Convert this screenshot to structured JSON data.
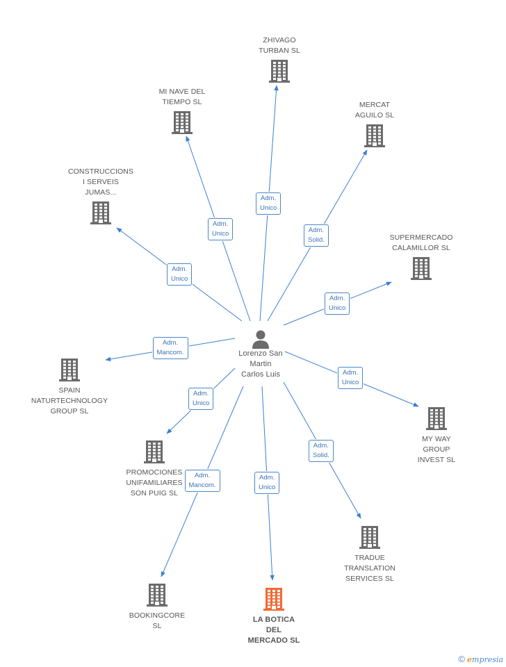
{
  "person": {
    "name": "Lorenzo San\nMartin\nCarlos Luis",
    "icon": "person-icon"
  },
  "colors": {
    "edge": "#3b7fd4",
    "building": "#6b6b6b",
    "focus_building": "#f06a35"
  },
  "companies": [
    {
      "id": "zhivago",
      "label": "ZHIVAGO\nTURBAN SL",
      "focus": false
    },
    {
      "id": "mi-nave",
      "label": "MI NAVE DEL\nTIEMPO SL",
      "focus": false
    },
    {
      "id": "mercat",
      "label": "MERCAT\nAGUILO  SL",
      "focus": false
    },
    {
      "id": "construccions",
      "label": "CONSTRUCCIONS\nI SERVEIS\nJUMAS...",
      "focus": false
    },
    {
      "id": "supermercado",
      "label": "SUPERMERCADO\nCALAMILLOR  SL",
      "focus": false
    },
    {
      "id": "spain",
      "label": "SPAIN\nNATURTECHNOLOGY\nGROUP SL",
      "focus": false
    },
    {
      "id": "myway",
      "label": "MY WAY\nGROUP\nINVEST SL",
      "focus": false
    },
    {
      "id": "promociones",
      "label": "PROMOCIONES\nUNIFAMILIARES\nSON PUIG SL",
      "focus": false
    },
    {
      "id": "tradue",
      "label": "TRADUE\nTRANSLATION\nSERVICES SL",
      "focus": false
    },
    {
      "id": "bookingcore",
      "label": "BOOKINGCORE\nSL",
      "focus": false
    },
    {
      "id": "labotica",
      "label": "LA BOTICA\nDEL\nMERCADO SL",
      "focus": true
    }
  ],
  "relations": [
    {
      "target": "zhivago",
      "label": "Adm.\nUnico"
    },
    {
      "target": "mi-nave",
      "label": "Adm.\nUnico"
    },
    {
      "target": "mercat",
      "label": "Adm.\nSolid."
    },
    {
      "target": "construccions",
      "label": "Adm.\nUnico"
    },
    {
      "target": "supermercado",
      "label": "Adm.\nUnico"
    },
    {
      "target": "spain",
      "label": "Adm.\nMancom."
    },
    {
      "target": "myway",
      "label": "Adm.\nUnico"
    },
    {
      "target": "promociones",
      "label": "Adm.\nUnico"
    },
    {
      "target": "tradue",
      "label": "Adm.\nSolid."
    },
    {
      "target": "bookingcore",
      "label": "Adm.\nMancom."
    },
    {
      "target": "labotica",
      "label": "Adm.\nUnico"
    }
  ],
  "footer": {
    "copyright": "©",
    "brand_initial": "e",
    "brand_rest": "mpresia"
  }
}
